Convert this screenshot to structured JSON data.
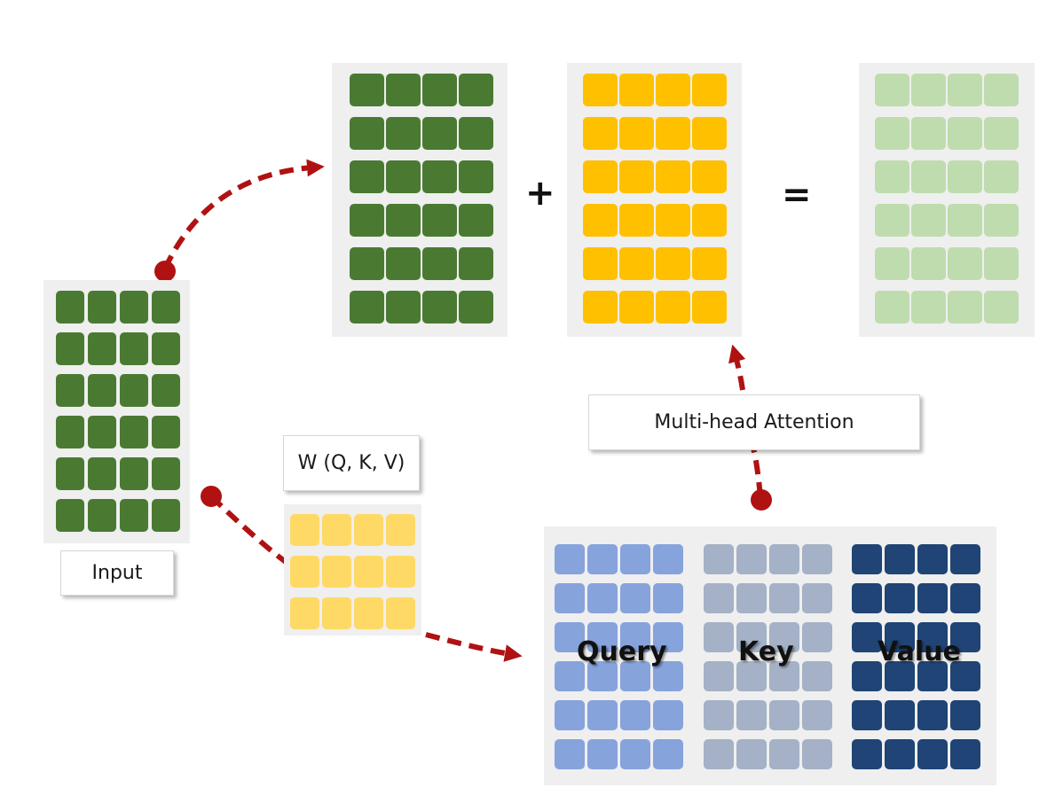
{
  "labels": {
    "input": "Input",
    "weights": "W (Q, K, V)",
    "attention": "Multi-head Attention",
    "query": "Query",
    "key": "Key",
    "value": "Value"
  },
  "operators": {
    "plus": "+",
    "equals": "="
  },
  "matrices": {
    "input": {
      "rows": 6,
      "cols": 4,
      "color": "#4a7a32"
    },
    "residual": {
      "rows": 6,
      "cols": 4,
      "color": "#4a7a32"
    },
    "attention_output": {
      "rows": 6,
      "cols": 4,
      "color": "#ffc000"
    },
    "sum_output": {
      "rows": 6,
      "cols": 4,
      "color": "#bfdcae"
    },
    "weights": {
      "rows": 3,
      "cols": 4,
      "color": "#ffd966"
    },
    "query": {
      "rows": 6,
      "cols": 4,
      "color": "#86a3dc"
    },
    "key": {
      "rows": 6,
      "cols": 4,
      "color": "#a4b1c6"
    },
    "value": {
      "rows": 6,
      "cols": 4,
      "color": "#1f4475"
    }
  },
  "colors": {
    "arrow": "#b01212",
    "panel": "#efefef"
  }
}
